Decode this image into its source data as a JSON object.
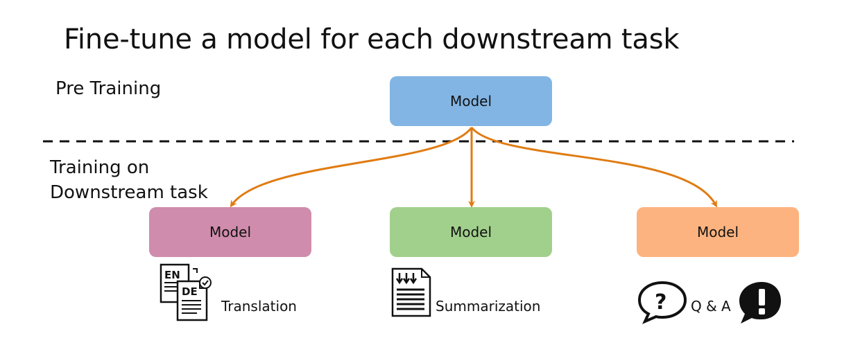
{
  "title": "Fine-tune a model for each downstream task",
  "phases": {
    "pretraining": "Pre Training",
    "downstream_line1": "Training on",
    "downstream_line2": "Downstream task"
  },
  "nodes": {
    "pretrained": {
      "label": "Model",
      "color": "#82b5e3"
    },
    "translation": {
      "label": "Model",
      "color": "#cf8cac"
    },
    "summarization": {
      "label": "Model",
      "color": "#a1d08c"
    },
    "qa": {
      "label": "Model",
      "color": "#fdb37f"
    }
  },
  "tasks": {
    "translation": {
      "label": "Translation",
      "icon": "document-translation-icon",
      "icon_text_1": "EN",
      "icon_text_2": "DE"
    },
    "summarization": {
      "label": "Summarization",
      "icon": "document-summary-icon"
    },
    "qa": {
      "label": "Q & A",
      "icon_left": "question-speech-bubble-icon",
      "icon_right": "exclamation-speech-bubble-icon"
    }
  },
  "colors": {
    "arrow": "#e07b12",
    "divider": "#111111"
  }
}
